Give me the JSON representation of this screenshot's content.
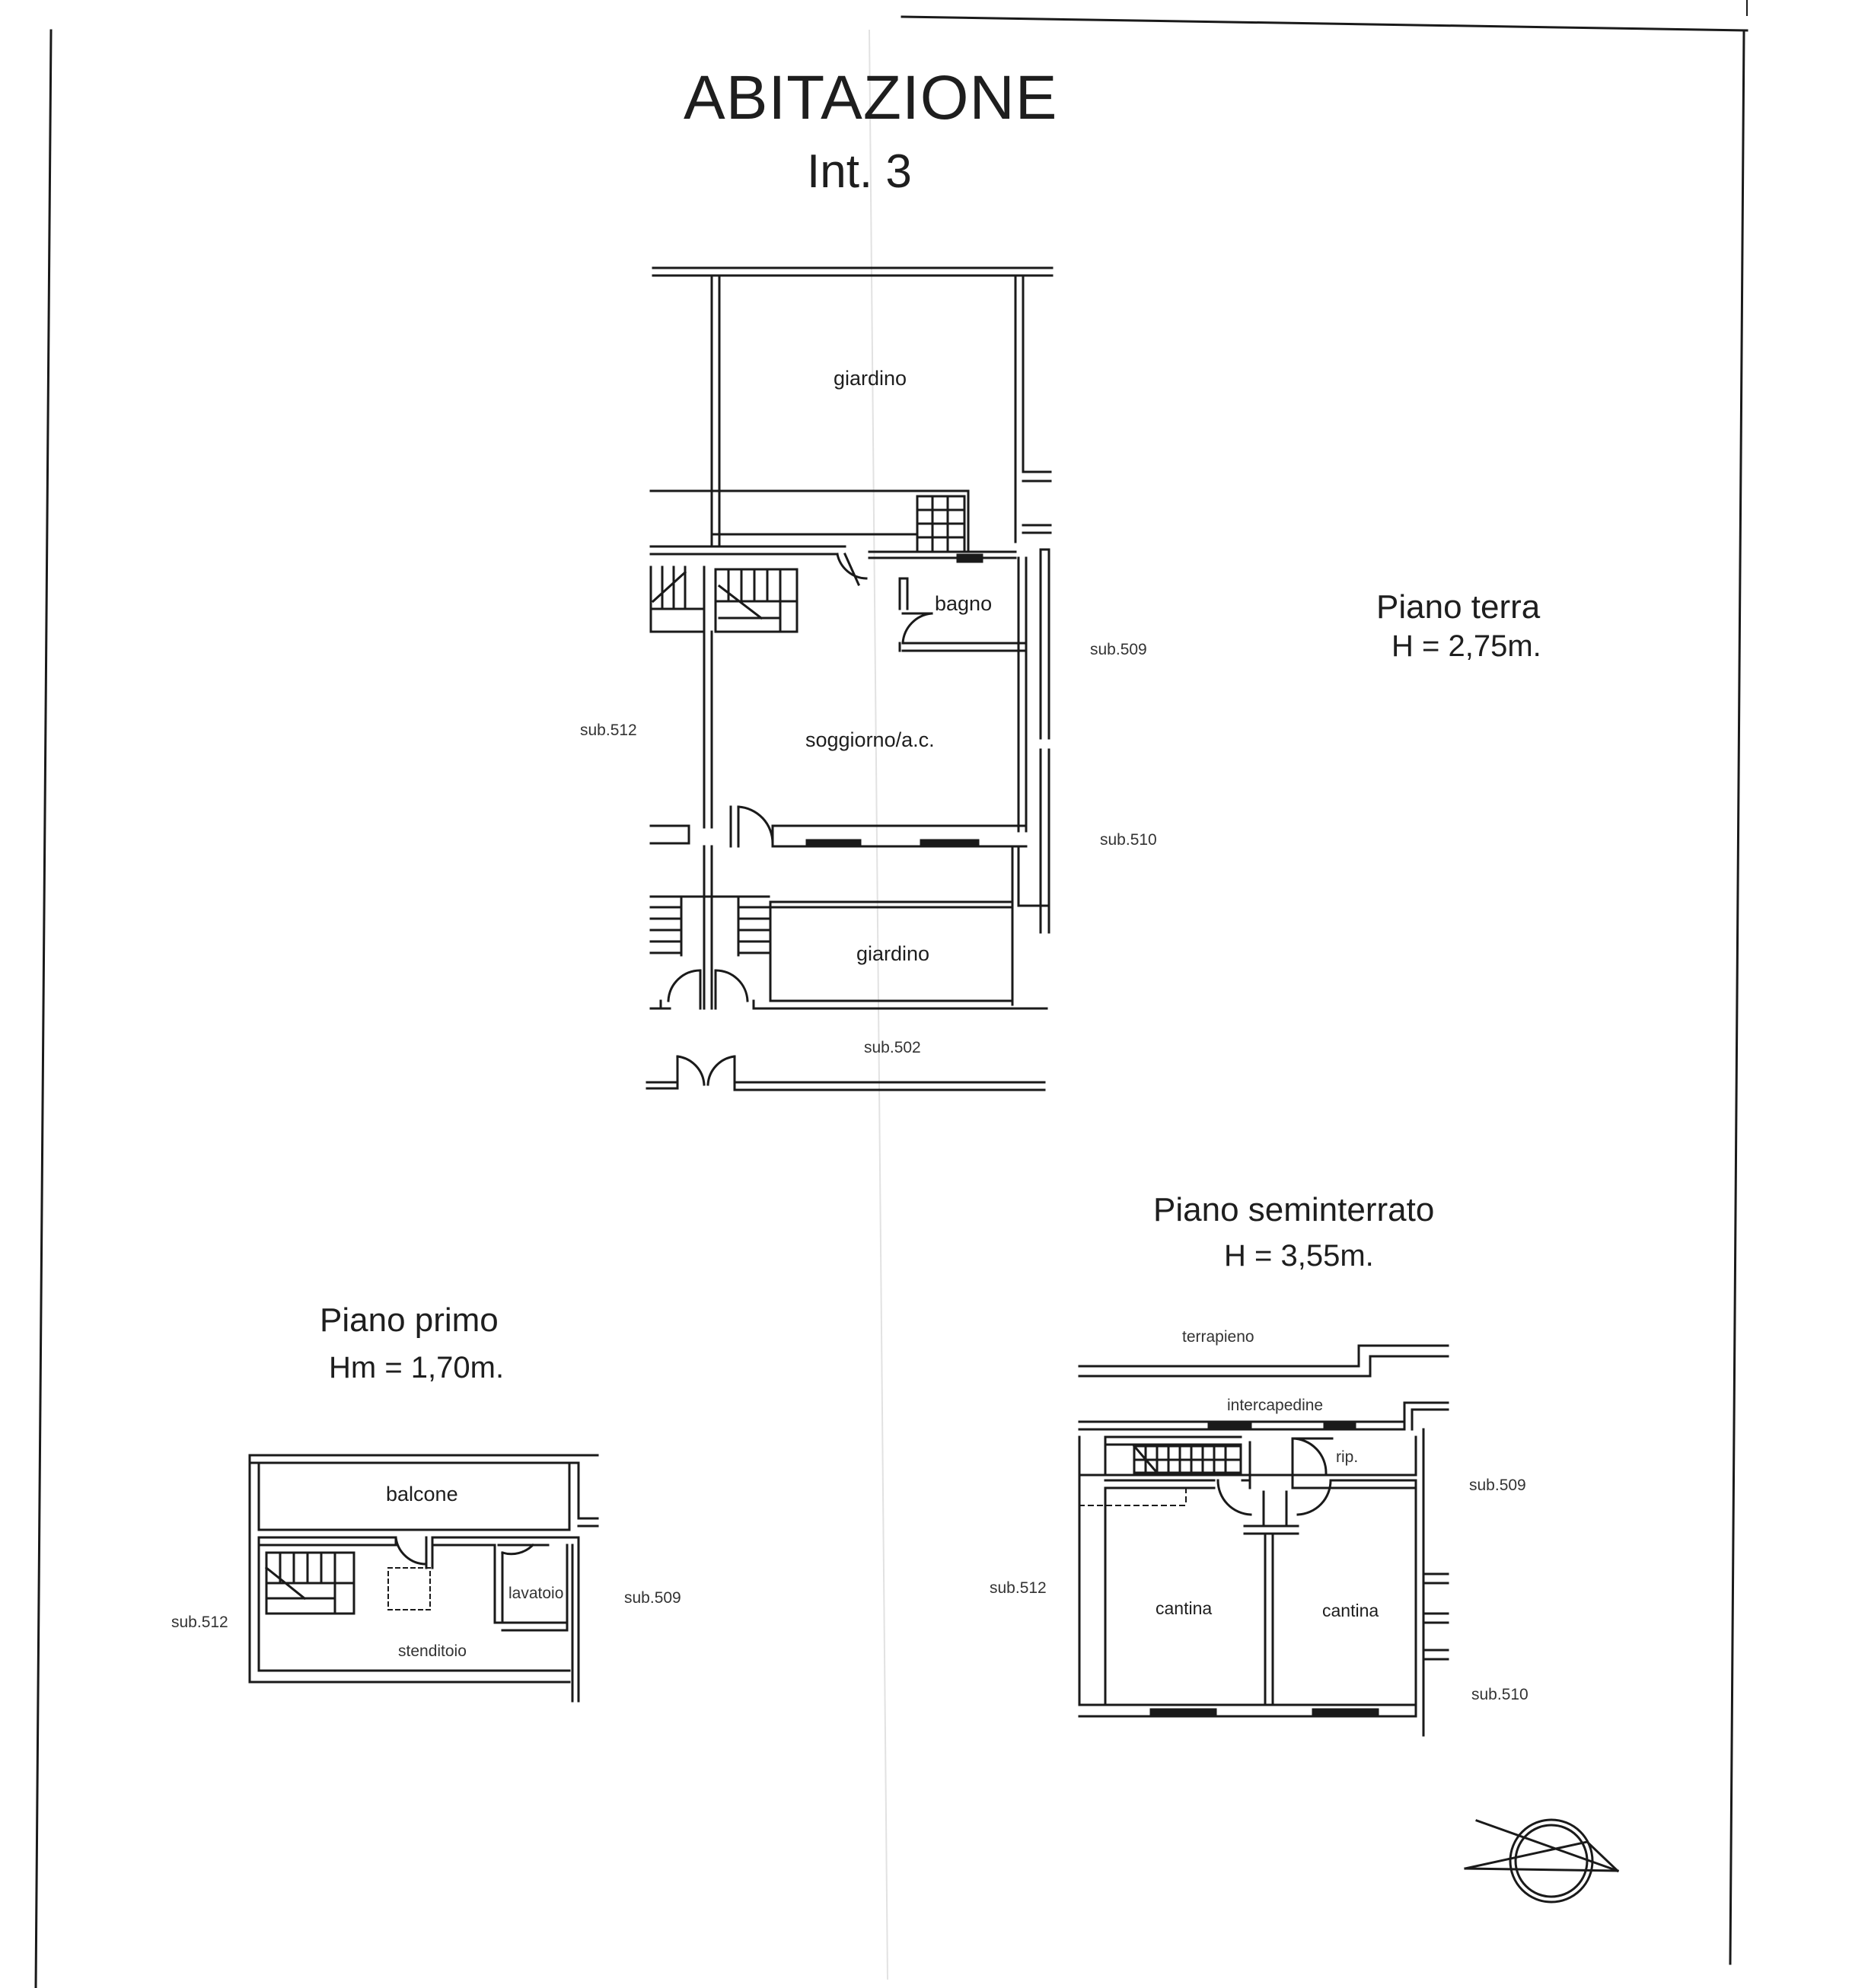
{
  "header": {
    "title": "ABITAZIONE",
    "subtitle": "Int. 3"
  },
  "piano_terra": {
    "label": "Piano terra",
    "height": "H = 2,75m.",
    "rooms": {
      "giardino_top": "giardino",
      "bagno": "bagno",
      "soggiorno": "soggiorno/a.c.",
      "giardino_bottom": "giardino"
    },
    "subs": {
      "sub512": "sub.512",
      "sub509": "sub.509",
      "sub510": "sub.510",
      "sub502": "sub.502"
    }
  },
  "piano_seminterrato": {
    "label": "Piano seminterrato",
    "height": "H = 3,55m.",
    "rooms": {
      "terrapieno": "terrapieno",
      "intercapedine": "intercapedine",
      "rip": "rip.",
      "cantina_left": "cantina",
      "cantina_right": "cantina"
    },
    "subs": {
      "sub509": "sub.509",
      "sub512": "sub.512",
      "sub510": "sub.510"
    }
  },
  "piano_primo": {
    "label": "Piano primo",
    "height": "Hm = 1,70m.",
    "rooms": {
      "balcone": "balcone",
      "lavatoio": "lavatoio",
      "stenditoio": "stenditoio"
    },
    "subs": {
      "sub512": "sub.512",
      "sub509": "sub.509"
    }
  },
  "icons": [
    "north-arrow-icon"
  ]
}
